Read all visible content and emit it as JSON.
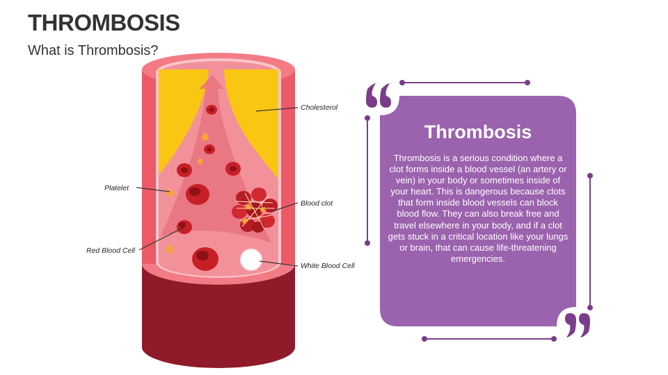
{
  "header": {
    "title": "THROMBOSIS",
    "subtitle": "What is Thrombosis?"
  },
  "diagram": {
    "labels": {
      "cholesterol": "Cholesterol",
      "platelet": "Platelet",
      "blood_clot": "Blood clot",
      "red_blood_cell": "Red Blood Cell",
      "white_blood_cell": "White Blood Cell"
    },
    "colors": {
      "vessel_outer": "#8e1a2a",
      "vessel_wall": "#ec5a67",
      "vessel_inner": "#f3919b",
      "cholesterol": "#f9c613",
      "red_cell": "#c62026",
      "platelet": "#f7a738",
      "white_cell": "#ffffff"
    }
  },
  "card": {
    "title": "Thrombosis",
    "body": "Thrombosis is a serious condition where a clot forms inside a blood vessel (an artery or vein) in your body or sometimes inside of your heart. This is dangerous because clots that form inside blood vessels can block blood flow. They can also break free and travel elsewhere in your body, and if a clot gets stuck in a critical location like your lungs or brain, that can cause life-threatening emergencies.",
    "accent_color": "#9b62ad",
    "quote_open_icon": "open-quote-icon",
    "quote_close_icon": "close-quote-icon"
  }
}
